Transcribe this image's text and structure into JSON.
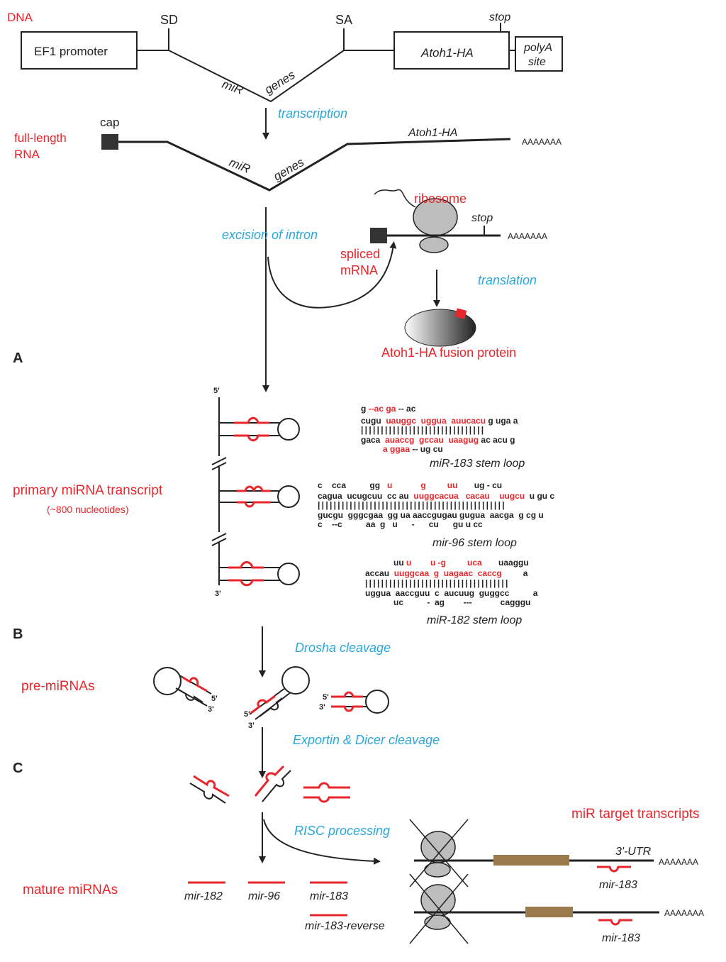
{
  "colors": {
    "red": "#e8262b",
    "blue": "#2aa8dc",
    "black": "#222222",
    "brown": "#9b7a4d",
    "gray": "#bdbdbd"
  },
  "dna": {
    "label": "DNA",
    "promoter": "EF1 promoter",
    "sd": "SD",
    "sa": "SA",
    "mir": "miR",
    "genes": "genes",
    "stop": "stop",
    "atoh": "Atoh1-HA",
    "polyA1": "polyA",
    "polyA2": "site"
  },
  "rna": {
    "transcription": "transcription",
    "cap": "cap",
    "label1": "full-length",
    "label2": "RNA",
    "mir": "miR",
    "genes": "genes",
    "atoh": "Atoh1-HA",
    "tail": "AAAAAAA"
  },
  "splicing": {
    "excision": "excision of intron",
    "ribosome": "ribosome",
    "stop": "stop",
    "spliced1": "spliced",
    "spliced2": "mRNA",
    "tail": "AAAAAAA",
    "translation": "translation",
    "fusion": "Atoh1-HA fusion protein"
  },
  "panels": {
    "a": "A",
    "b": "B",
    "c": "C"
  },
  "primary": {
    "label": "primary miRNA transcript",
    "sublabel": "(~800 nucleotides)",
    "five": "5'",
    "three": "3'"
  },
  "stemloops": {
    "mir183": {
      "name": "miR-183 stem loop",
      "row1": [
        [
          "g",
          "k"
        ],
        [
          "--ac",
          "r"
        ],
        [
          "ga",
          "r"
        ],
        [
          "--",
          "k"
        ],
        [
          "ac",
          "k"
        ]
      ],
      "row2": [
        [
          "cugu ",
          "k"
        ],
        [
          "uauggc ",
          "r"
        ],
        [
          "uggua ",
          "r"
        ],
        [
          "auucacu",
          "r"
        ],
        [
          "g uga a",
          "k"
        ]
      ],
      "row4": [
        [
          "gaca ",
          "k"
        ],
        [
          "auaccg ",
          "r"
        ],
        [
          "gccau ",
          "r"
        ],
        [
          "uaagug",
          "r"
        ],
        [
          "ac acu g",
          "k"
        ]
      ],
      "row5": [
        [
          "a",
          "r"
        ],
        [
          "ggaa",
          "r"
        ],
        [
          "--",
          "k"
        ],
        [
          "ug cu",
          "k"
        ]
      ]
    },
    "mir96": {
      "name": "mir-96 stem loop",
      "row1": [
        [
          "c    cca          gg  ",
          "k"
        ],
        [
          "u",
          "r"
        ],
        [
          "          ",
          "k"
        ],
        [
          "g",
          "r"
        ],
        [
          "       ",
          "k"
        ],
        [
          "uu",
          "r"
        ],
        [
          "      ug - cu",
          "k"
        ]
      ],
      "row2": [
        [
          "cagua  ucugcuu  cc au ",
          "k"
        ],
        [
          "uuggcacua",
          "r"
        ],
        [
          " ",
          "k"
        ],
        [
          "cacau",
          "r"
        ],
        [
          "  ",
          "k"
        ],
        [
          "uugcu",
          "r"
        ],
        [
          " u gu c",
          "k"
        ]
      ],
      "row4": [
        [
          "gucgu  gggcgaa  gg ua aaccgugau gugua  aacga  g cg u",
          "k"
        ]
      ],
      "row5": [
        [
          "c    --c          aa  g   u      -      cu      gu u cc",
          "k"
        ]
      ]
    },
    "mir182": {
      "name": "miR-182 stem loop",
      "row1": [
        [
          "uu",
          "k"
        ],
        [
          "u",
          "r"
        ],
        [
          "      ",
          "k"
        ],
        [
          "u -g",
          "r"
        ],
        [
          "       ",
          "k"
        ],
        [
          "uca",
          "r"
        ],
        [
          "      uaaggu",
          "k"
        ]
      ],
      "row2": [
        [
          "accau ",
          "k"
        ],
        [
          "uuggcaa ",
          "r"
        ],
        [
          "g ",
          "r"
        ],
        [
          "uagaac ",
          "r"
        ],
        [
          "caccg",
          "r"
        ],
        [
          "        a",
          "k"
        ]
      ],
      "row4": [
        [
          "uggua  aaccguu  c  aucuug  guggcc          a",
          "k"
        ]
      ],
      "row5": [
        [
          "uc          -  ag        ---            cagggu",
          "k"
        ]
      ]
    }
  },
  "processing": {
    "drosha": "Drosha cleavage",
    "pre": "pre-miRNAs",
    "five": "5'",
    "three": "3'",
    "exportin": "Exportin & Dicer cleavage",
    "risc": "RISC processing",
    "targets": "miR target transcripts",
    "utr": "3'-UTR",
    "tail": "AAAAAAA",
    "mir183": "mir-183",
    "mature": "mature miRNAs",
    "m182": "mir-182",
    "m96": "mir-96",
    "m183": "mir-183",
    "m183r": "mir-183-reverse"
  }
}
